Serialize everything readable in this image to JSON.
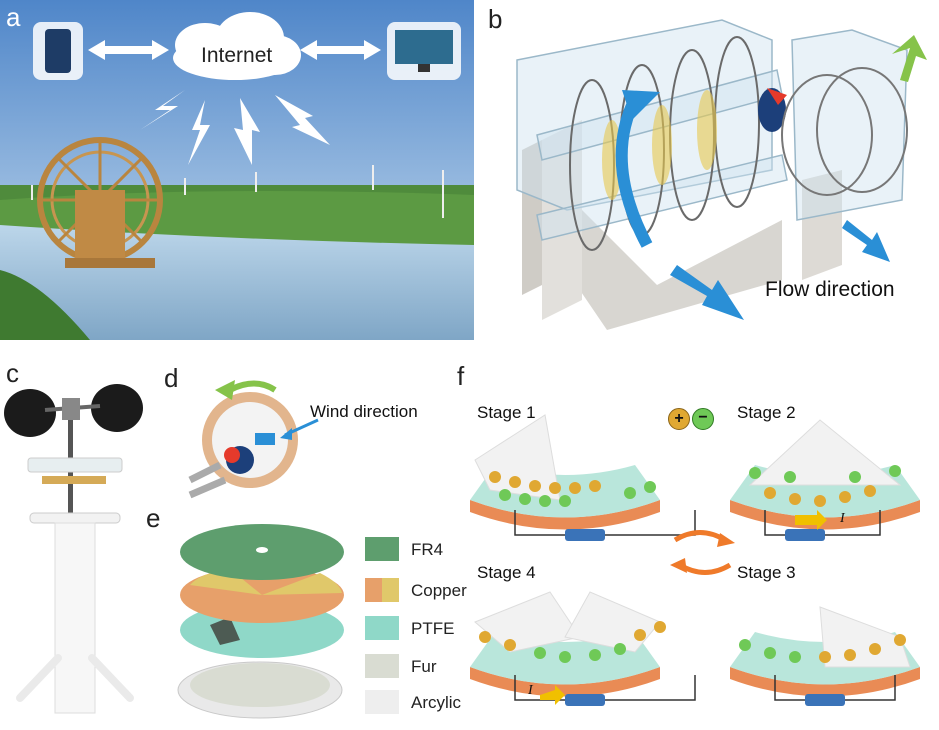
{
  "panels": {
    "a": {
      "label": "a",
      "cloud_text": "Internet"
    },
    "b": {
      "label": "b",
      "flow_text": "Flow direction"
    },
    "c": {
      "label": "c"
    },
    "d": {
      "label": "d",
      "wind_text": "Wind direction"
    },
    "e": {
      "label": "e",
      "legend": [
        {
          "text": "FR4",
          "color": "#5e9e6e"
        },
        {
          "text": "Copper",
          "color": "#e7a06a"
        },
        {
          "text": "PTFE",
          "color": "#8fd8c8"
        },
        {
          "text": "Fur",
          "color": "#d9dcd2"
        },
        {
          "text": "Arcylic",
          "color": "#eeeeee"
        }
      ]
    },
    "f": {
      "label": "f",
      "stages": [
        "Stage 1",
        "Stage 2",
        "Stage 4",
        "Stage 3"
      ],
      "current_symbol": "I",
      "plus": "+",
      "minus": "−"
    }
  }
}
